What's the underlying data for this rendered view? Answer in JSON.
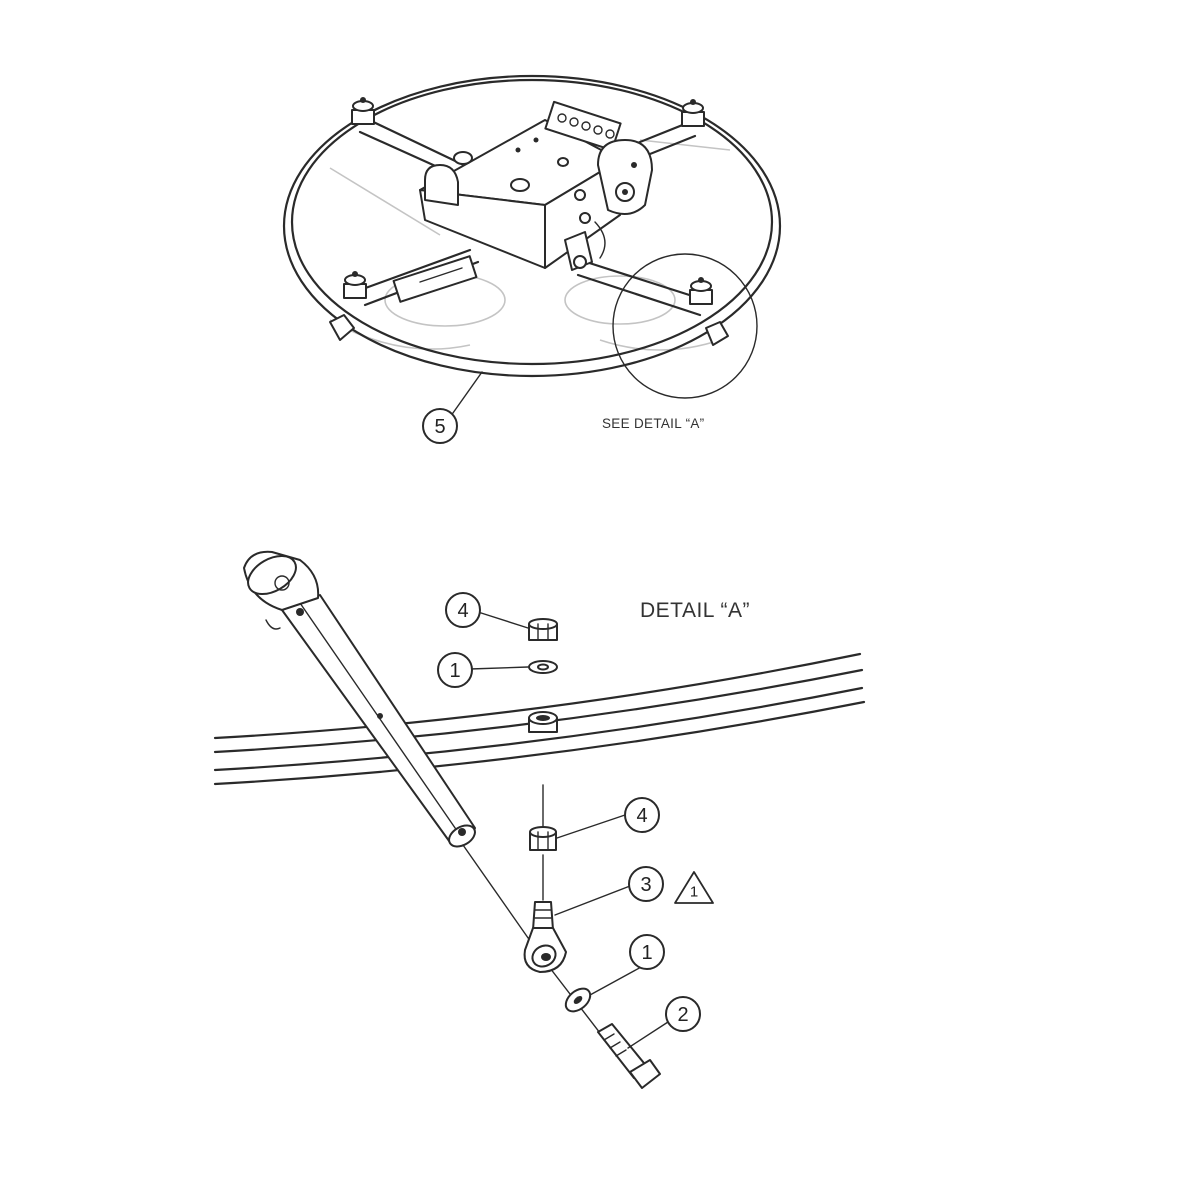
{
  "overview": {
    "callout_ring": "5",
    "see_detail_label": "SEE DETAIL “A”"
  },
  "detail": {
    "title": "DETAIL “A”",
    "callouts": {
      "top_nut": "4",
      "top_washer": "1",
      "lower_nut": "4",
      "rod_end": "3",
      "bottom_washer": "1",
      "bolt": "2"
    },
    "warning_number": "1"
  },
  "colors": {
    "line": "#2a2a2a",
    "ghost": "#c4c4c4",
    "background": "#ffffff"
  }
}
